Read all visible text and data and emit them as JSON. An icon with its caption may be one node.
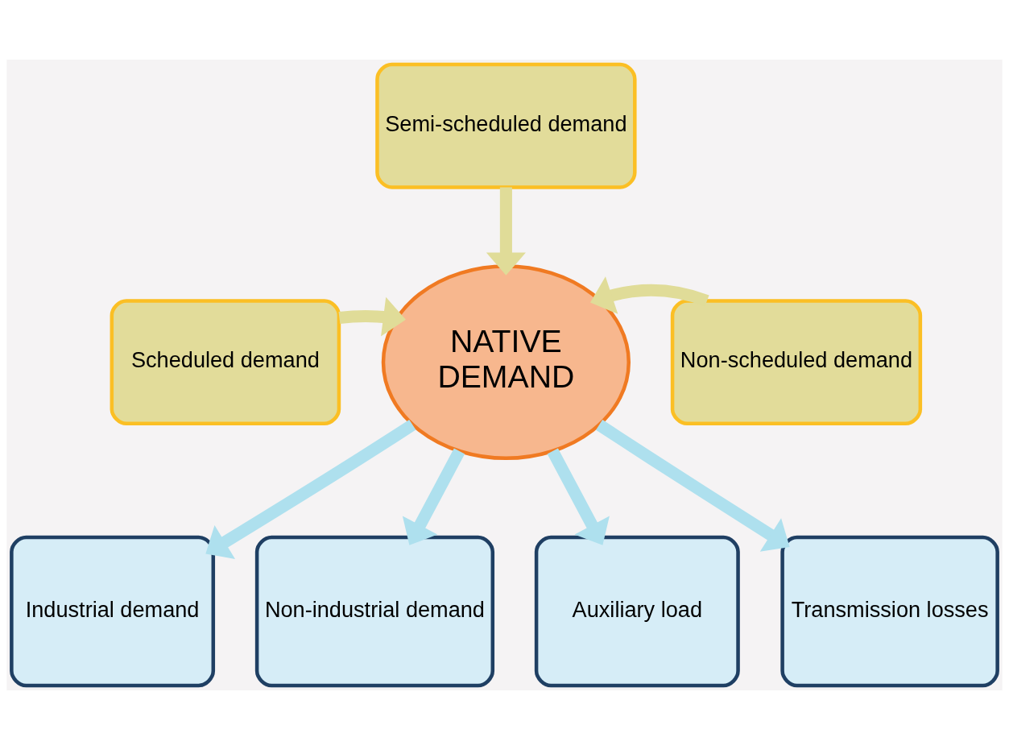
{
  "diagram": {
    "nodes": [
      {
        "text": [
          "Semi-scheduled demand"
        ]
      },
      {
        "text": [
          "Scheduled demand"
        ]
      },
      {
        "text": [
          "NATIVE DEMAND"
        ]
      },
      {
        "text": [
          "Non-scheduled demand"
        ]
      },
      {
        "text": [
          "Industrial demand"
        ]
      },
      {
        "text": [
          "Non-industrial demand"
        ]
      },
      {
        "text": [
          "Auxiliary load"
        ]
      },
      {
        "text": [
          "Transmission losses"
        ]
      }
    ],
    "edges": [
      {
        "from": 0,
        "to": 2,
        "arrow": "to",
        "color": "#e0dc98"
      },
      {
        "from": 1,
        "to": 2,
        "arrow": "to",
        "color": "#e0dc98"
      },
      {
        "from": 3,
        "to": 2,
        "arrow": "to",
        "color": "#e0dc98"
      },
      {
        "from": 2,
        "to": 4,
        "arrow": "to"
      },
      {
        "from": 2,
        "to": 5,
        "arrow": "to"
      },
      {
        "from": 2,
        "to": 6,
        "arrow": "to"
      },
      {
        "from": 2,
        "to": 7,
        "arrow": "to"
      }
    ]
  }
}
